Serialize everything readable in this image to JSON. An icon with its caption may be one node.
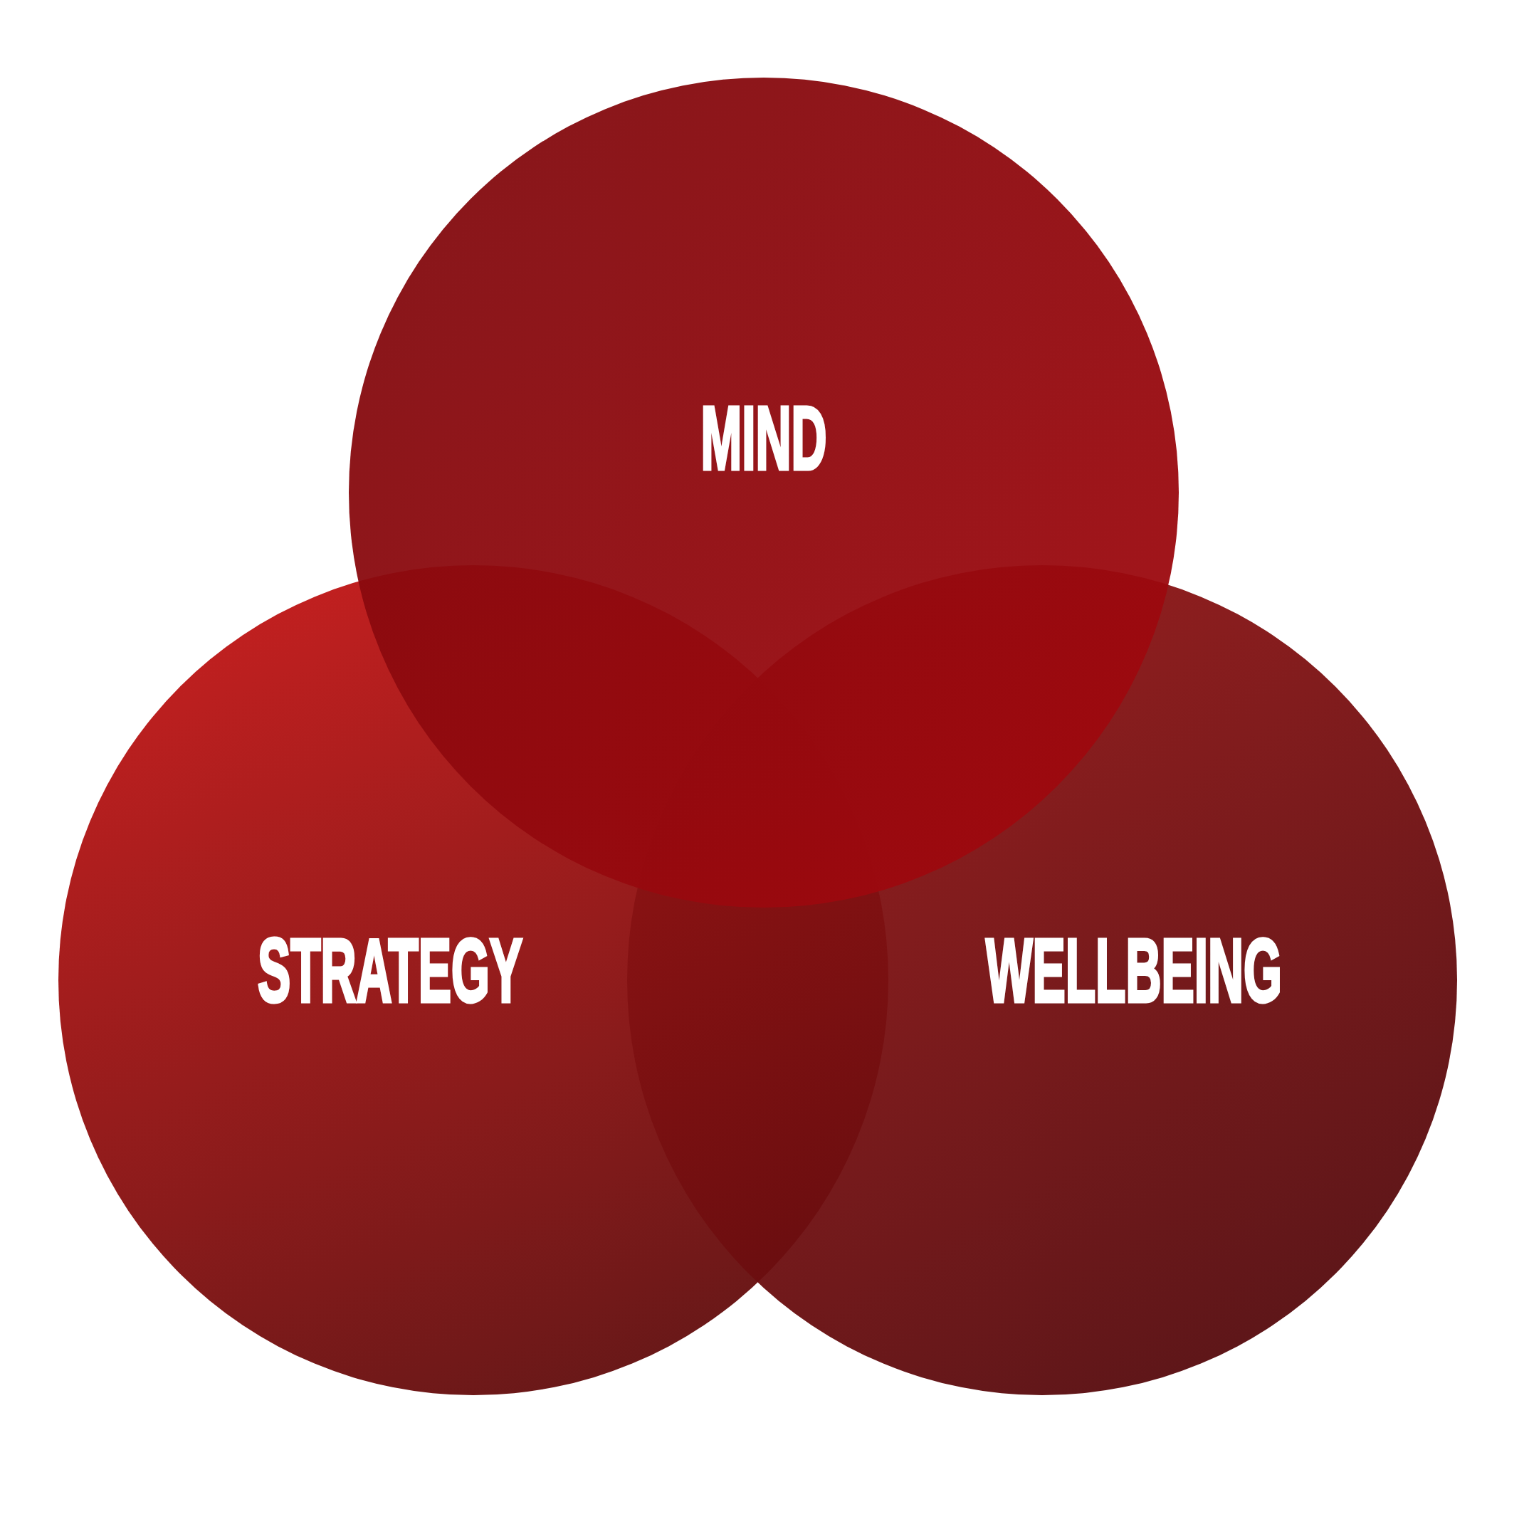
{
  "diagram": {
    "nodes": [
      {
        "text": [
          "MIND"
        ]
      },
      {
        "text": [
          "STRATEGY"
        ]
      },
      {
        "text": [
          "WELLBEING"
        ]
      }
    ]
  }
}
